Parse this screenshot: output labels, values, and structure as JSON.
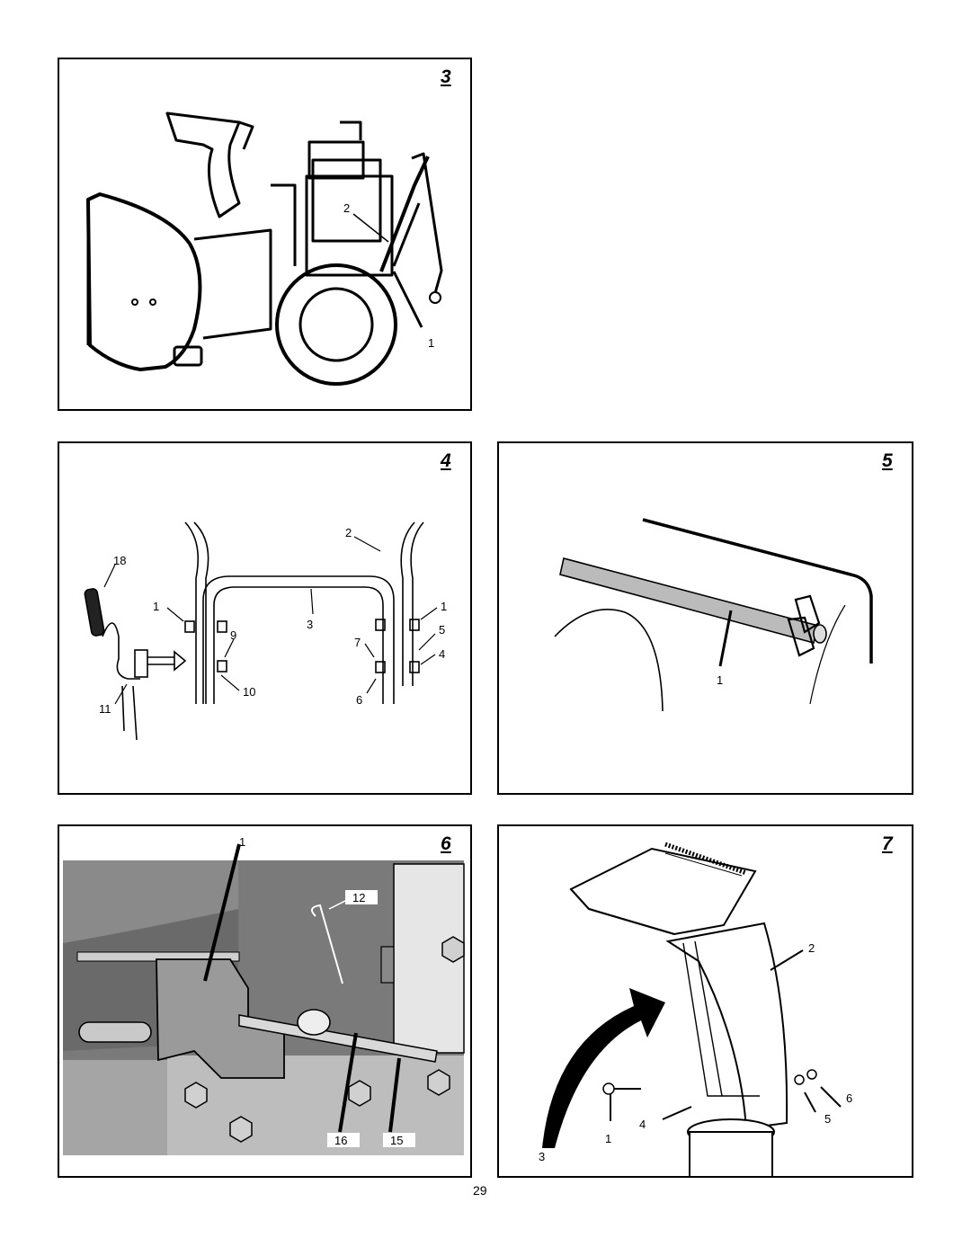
{
  "page": {
    "number": "29"
  },
  "figures": [
    {
      "id": "3",
      "callouts": [
        "2",
        "1"
      ]
    },
    {
      "id": "4",
      "callouts": [
        "2",
        "18",
        "1",
        "3",
        "1",
        "9",
        "7",
        "5",
        "4",
        "10",
        "11",
        "6"
      ]
    },
    {
      "id": "5",
      "callouts": [
        "1"
      ]
    },
    {
      "id": "6",
      "callouts": [
        "1",
        "12",
        "16",
        "15"
      ]
    },
    {
      "id": "7",
      "callouts": [
        "2",
        "6",
        "4",
        "5",
        "1",
        "3"
      ]
    }
  ]
}
